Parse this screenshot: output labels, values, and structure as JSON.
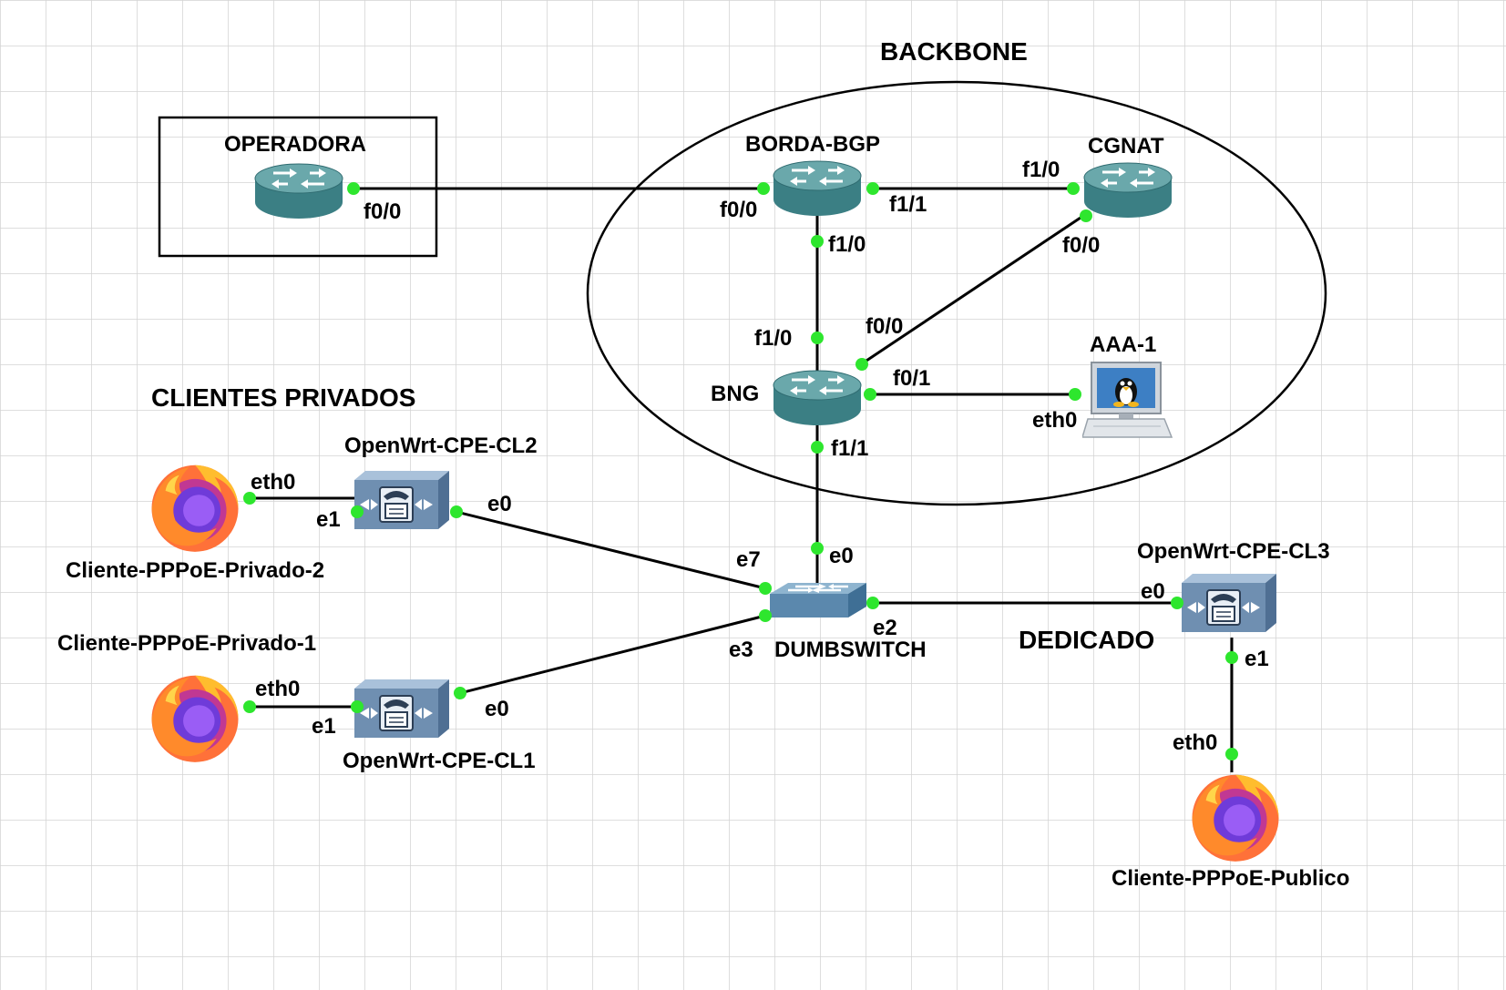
{
  "areas": {
    "backbone_label": "BACKBONE",
    "clientes_privados_label": "CLIENTES PRIVADOS",
    "dedicado_label": "DEDICADO"
  },
  "nodes": {
    "operadora": {
      "name": "OPERADORA",
      "icon": "router-icon"
    },
    "borda_bgp": {
      "name": "BORDA-BGP",
      "icon": "router-icon"
    },
    "cgnat": {
      "name": "CGNAT",
      "icon": "router-icon"
    },
    "bng": {
      "name": "BNG",
      "icon": "router-icon"
    },
    "aaa1": {
      "name": "AAA-1",
      "icon": "linux-host-icon"
    },
    "cpe_cl2": {
      "name": "OpenWrt-CPE-CL2",
      "icon": "cpe-icon"
    },
    "cpe_cl1": {
      "name": "OpenWrt-CPE-CL1",
      "icon": "cpe-icon"
    },
    "cpe_cl3": {
      "name": "OpenWrt-CPE-CL3",
      "icon": "cpe-icon"
    },
    "dumbswitch": {
      "name": "DUMBSWITCH",
      "icon": "switch-icon"
    },
    "cli_priv2": {
      "name": "Cliente-PPPoE-Privado-2",
      "icon": "firefox-icon"
    },
    "cli_priv1": {
      "name": "Cliente-PPPoE-Privado-1",
      "icon": "firefox-icon"
    },
    "cli_pub": {
      "name": "Cliente-PPPoE-Publico",
      "icon": "firefox-icon"
    }
  },
  "ports": {
    "operadora_f00": "f0/0",
    "borda_f00": "f0/0",
    "borda_f11": "f1/1",
    "borda_f10": "f1/0",
    "cgnat_f10": "f1/0",
    "cgnat_f00": "f0/0",
    "bng_f10": "f1/0",
    "bng_f00": "f0/0",
    "bng_f01": "f0/1",
    "bng_f11": "f1/1",
    "aaa_eth0": "eth0",
    "cl2_e1": "e1",
    "cl2_e0": "e0",
    "priv2_eth0": "eth0",
    "cl1_e1": "e1",
    "cl1_e0": "e0",
    "priv1_eth0": "eth0",
    "sw_e0": "e0",
    "sw_e7": "e7",
    "sw_e3": "e3",
    "sw_e2": "e2",
    "cl3_e0": "e0",
    "cl3_e1": "e1",
    "pub_eth0": "eth0"
  },
  "colors": {
    "link": "#000000",
    "port_dot": "#2ee62e",
    "grid": "#d4d4d4",
    "router_top": "#5fa3a6",
    "router_body": "#3b7f84",
    "cpe_body": "#6f8fb1"
  }
}
